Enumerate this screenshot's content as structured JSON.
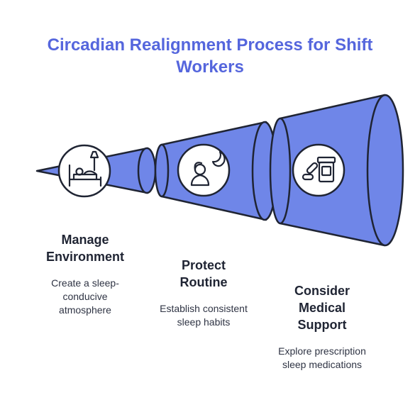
{
  "title": {
    "line1": "Circadian Realignment Process for Shift",
    "line2": "Workers"
  },
  "colors": {
    "accent": "#5566dd",
    "funnel_fill": "#6f86e8",
    "stroke": "#1f2433",
    "icon_bg": "#ffffff"
  },
  "steps": [
    {
      "heading": [
        "Manage",
        "Environment"
      ],
      "description": [
        "Create a sleep-",
        "conducive",
        "atmosphere"
      ],
      "icon": "bed-lamp-icon"
    },
    {
      "heading": [
        "Protect",
        "Routine"
      ],
      "description": [
        "Establish consistent",
        "sleep habits"
      ],
      "icon": "sleeping-person-moon-icon"
    },
    {
      "heading": [
        "Consider",
        "Medical",
        "Support"
      ],
      "description": [
        "Explore prescription",
        "sleep medications"
      ],
      "icon": "pill-bottle-icon"
    }
  ]
}
